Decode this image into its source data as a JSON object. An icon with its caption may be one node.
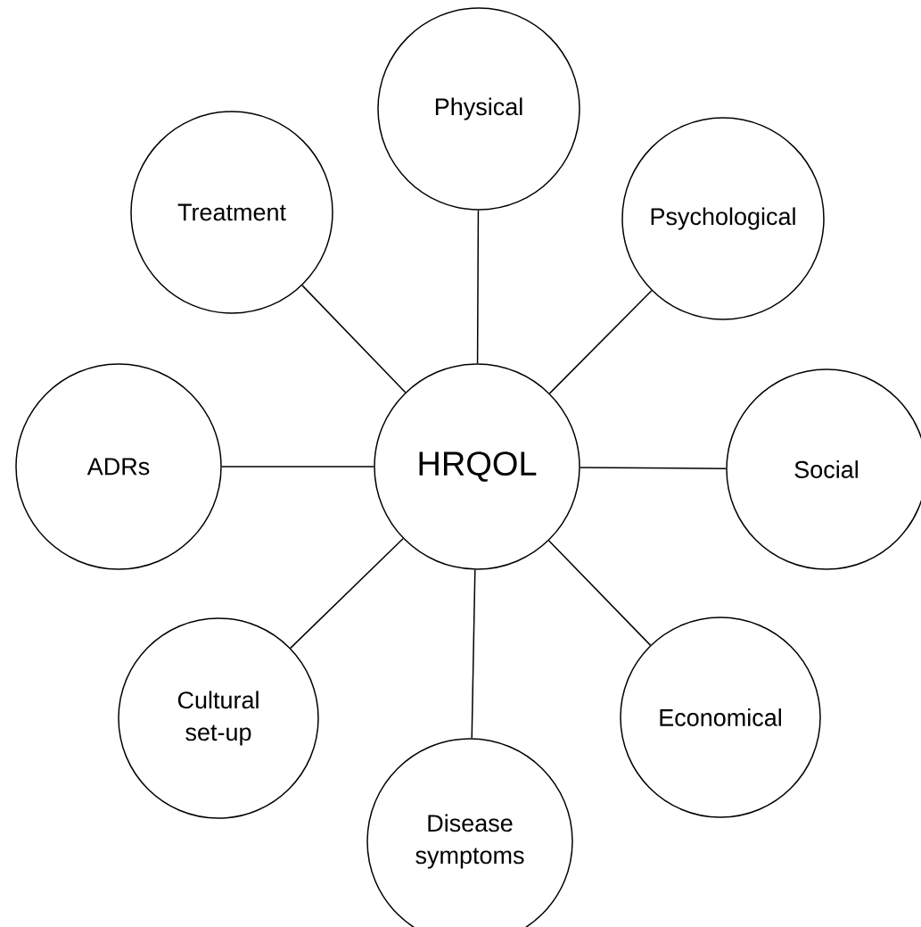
{
  "diagram": {
    "nodes": [
      {
        "text": [
          "Physical"
        ]
      },
      {
        "text": [
          "Treatment"
        ]
      },
      {
        "text": [
          "Psychological"
        ]
      },
      {
        "text": [
          "ADRs"
        ]
      },
      {
        "text": [
          "HRQOL"
        ]
      },
      {
        "text": [
          "Social"
        ]
      },
      {
        "text": [
          "Cultural set-up"
        ]
      },
      {
        "text": [
          "Economical"
        ]
      },
      {
        "text": [
          "Disease symptoms"
        ]
      }
    ],
    "edges": [
      {
        "from": 4,
        "to": 0,
        "arrow": "none"
      },
      {
        "from": 4,
        "to": 1,
        "arrow": "none"
      },
      {
        "from": 4,
        "to": 2,
        "arrow": "none"
      },
      {
        "from": 4,
        "to": 3,
        "arrow": "none"
      },
      {
        "from": 4,
        "to": 5,
        "arrow": "none"
      },
      {
        "from": 4,
        "to": 6,
        "arrow": "none"
      },
      {
        "from": 4,
        "to": 7,
        "arrow": "none"
      },
      {
        "from": 4,
        "to": 8,
        "arrow": "none"
      }
    ]
  }
}
